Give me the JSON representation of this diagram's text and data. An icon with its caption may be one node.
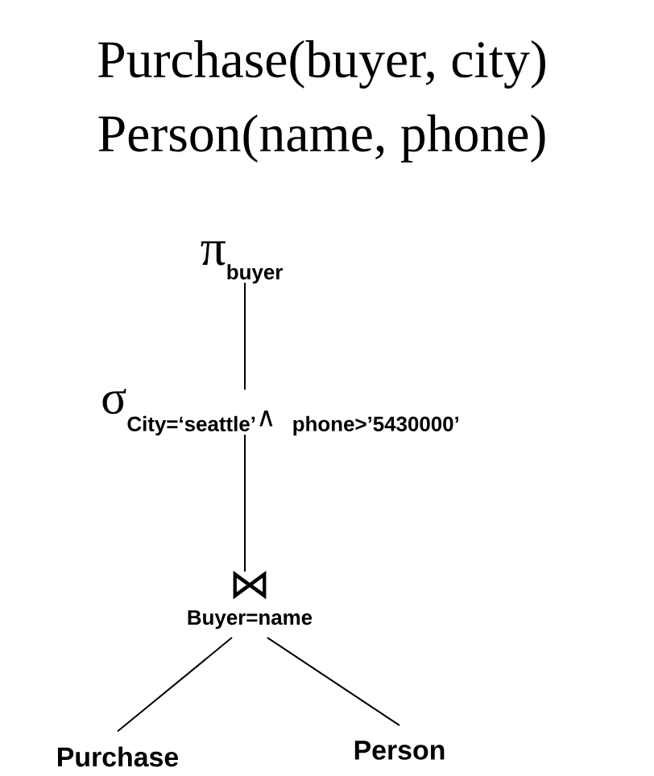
{
  "diagram": {
    "nodes": [
      {
        "text": [
          "π",
          "buyer"
        ]
      },
      {
        "text": [
          "σ",
          "City=‘seattle’",
          "∧",
          "phone>’5430000’"
        ]
      },
      {
        "text": [
          "⋈",
          "Buyer=name"
        ]
      },
      {
        "text": [
          "Purchase"
        ]
      },
      {
        "text": [
          "Person"
        ]
      }
    ],
    "edges": [
      {
        "from": 0,
        "to": 1,
        "arrow": "none"
      },
      {
        "from": 1,
        "to": 2,
        "arrow": "none"
      },
      {
        "from": 2,
        "to": 3,
        "arrow": "none"
      },
      {
        "from": 2,
        "to": 4,
        "arrow": "none"
      }
    ],
    "labels": [
      "Purchase(buyer, city)",
      "Person(name, phone)"
    ]
  }
}
